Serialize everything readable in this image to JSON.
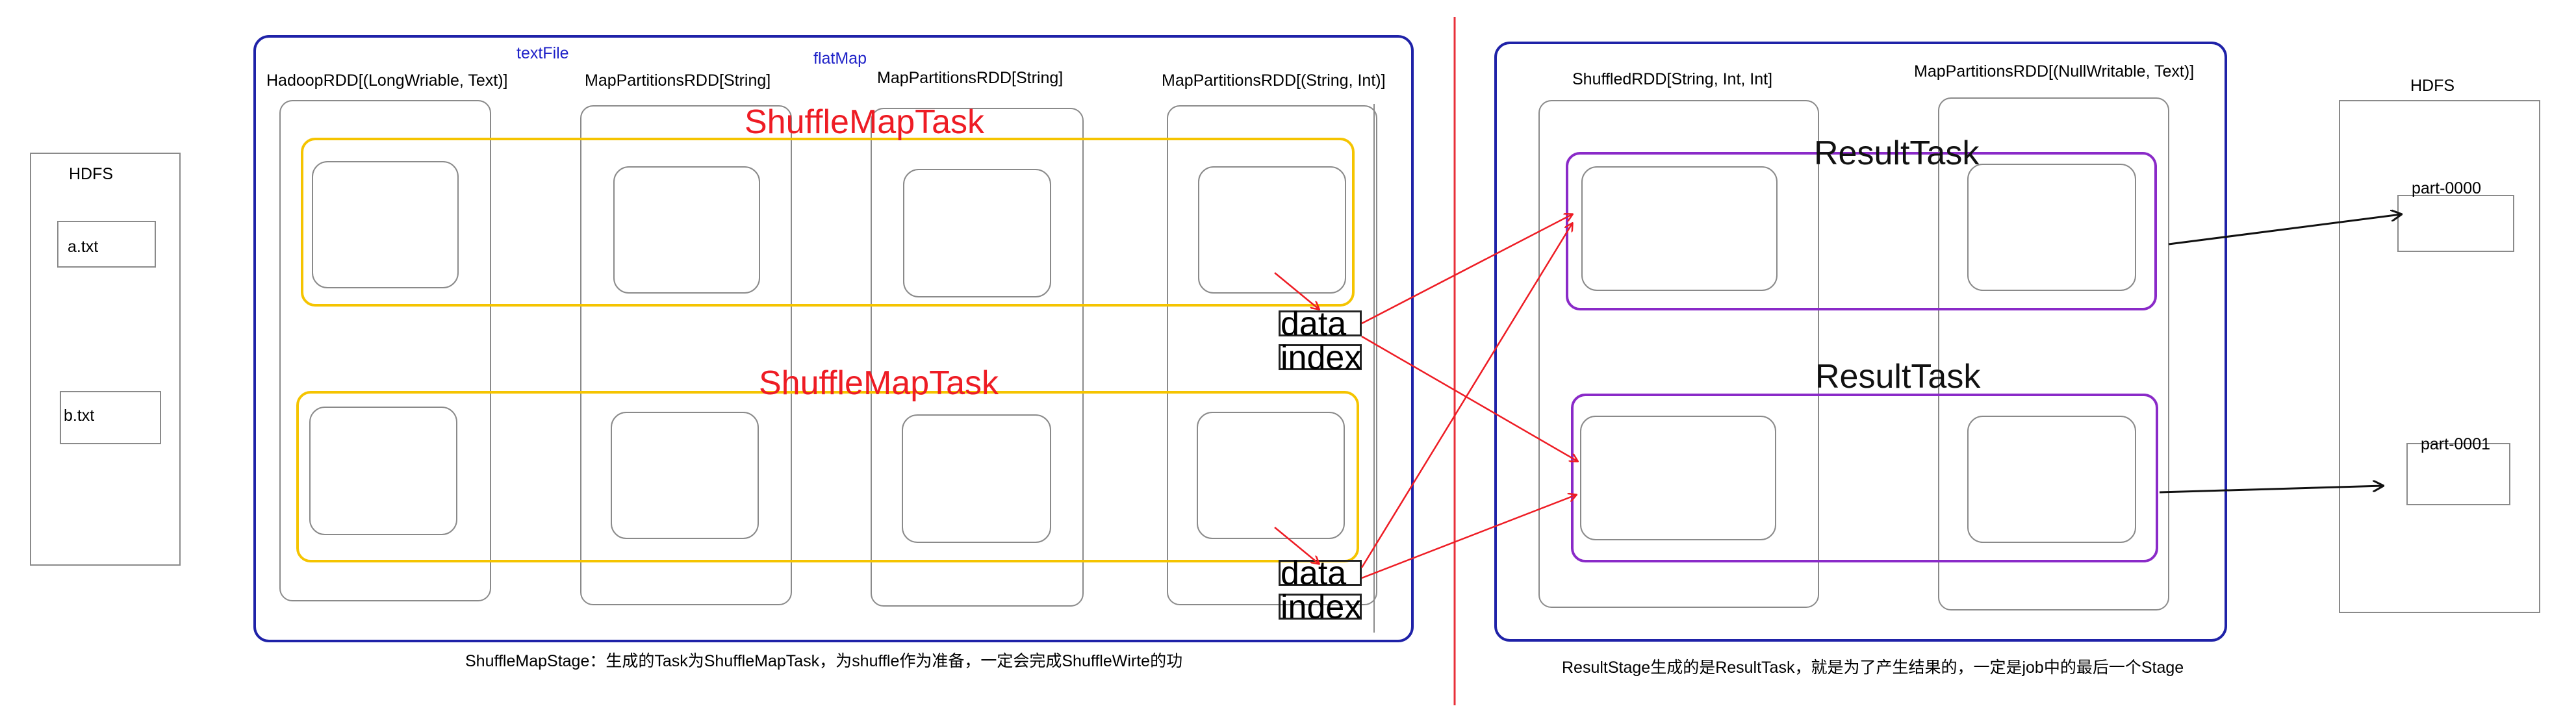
{
  "hdfs_left": {
    "title": "HDFS",
    "files": [
      "a.txt",
      "b.txt"
    ]
  },
  "ops": {
    "textfile": "textFile",
    "flatmap": "flatMap"
  },
  "map_stage": {
    "rdds": [
      "HadoopRDD[(LongWriable, Text)]",
      "MapPartitionsRDD[String]",
      "MapPartitionsRDD[String]",
      "MapPartitionsRDD[(String, Int)]"
    ],
    "tasks": [
      "ShuffleMapTask",
      "ShuffleMapTask"
    ],
    "shuffle_files": [
      "data",
      "index",
      "data",
      "index"
    ],
    "caption": "ShuffleMapStage：生成的Task为ShuffleMapTask，为shuffle作为准备，一定会完成ShuffleWirte的功"
  },
  "result_stage": {
    "rdds": [
      "ShuffledRDD[String, Int, Int]",
      "MapPartitionsRDD[(NullWritable, Text)]"
    ],
    "tasks": [
      "ResultTask",
      "ResultTask"
    ],
    "caption": "ResultStage生成的是ResultTask，就是为了产生结果的，一定是job中的最后一个Stage"
  },
  "hdfs_right": {
    "title": "HDFS",
    "files": [
      "part-0000",
      "part-0001"
    ]
  },
  "colors": {
    "stage_border": "#1f22a8",
    "shuffle_task": "#f5c400",
    "result_task": "#8a2ac8",
    "arrow_red": "#ee1c24",
    "divider": "#e8303a"
  }
}
